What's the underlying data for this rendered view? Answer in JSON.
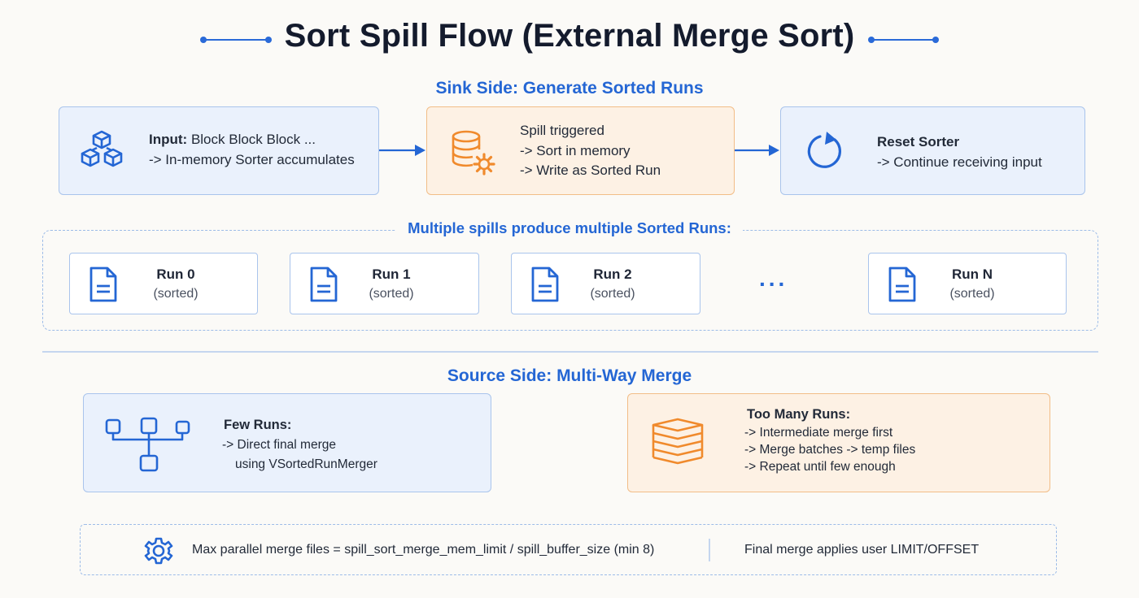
{
  "title": "Sort Spill Flow (External Merge Sort)",
  "sink": {
    "heading": "Sink Side: Generate Sorted Runs",
    "input": {
      "label": "Input:",
      "value": "Block Block Block ...",
      "line2": "-> In-memory Sorter accumulates",
      "icon": "blocks-icon"
    },
    "spill": {
      "line1": "Spill triggered",
      "line2": "-> Sort in memory",
      "line3": "-> Write as Sorted Run",
      "icon": "database-gear-icon"
    },
    "reset": {
      "line1": "Reset Sorter",
      "line2": "-> Continue receiving input",
      "icon": "refresh-icon"
    }
  },
  "runs": {
    "heading": "Multiple spills produce multiple Sorted Runs:",
    "items": [
      {
        "name": "Run 0",
        "status": "(sorted)"
      },
      {
        "name": "Run 1",
        "status": "(sorted)"
      },
      {
        "name": "Run 2",
        "status": "(sorted)"
      },
      {
        "name": "Run N",
        "status": "(sorted)"
      }
    ],
    "ellipsis": "..."
  },
  "source": {
    "heading": "Source Side: Multi-Way Merge",
    "few": {
      "line1": "Few Runs:",
      "line2": "-> Direct final merge",
      "line3": "using VSortedRunMerger",
      "icon": "merge-tree-icon"
    },
    "many": {
      "line1": "Too Many Runs:",
      "line2": "-> Intermediate merge first",
      "line3": "-> Merge batches -> temp files",
      "line4": "-> Repeat until few enough",
      "icon": "layers-icon"
    }
  },
  "footer": {
    "formula": "Max parallel merge files = spill_sort_merge_mem_limit / spill_buffer_size (min 8)",
    "note": "Final merge applies user LIMIT/OFFSET",
    "icon": "gear-icon"
  },
  "colors": {
    "blue_accent": "#2466d4",
    "orange_accent": "#f08a2c",
    "blue_fill": "#eaf1fc",
    "orange_fill": "#fdf1e4"
  }
}
